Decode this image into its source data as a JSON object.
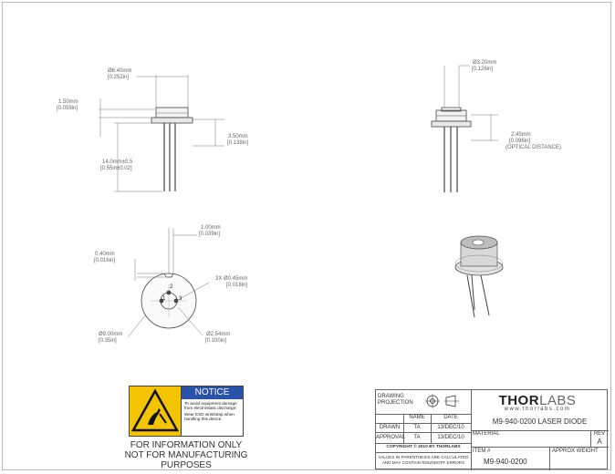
{
  "dimensions": {
    "top_diameter": "Ø6.40mm",
    "top_diameter_in": "[0.252in]",
    "cap_height": "1.50mm",
    "cap_height_in": "[0.059in]",
    "body_height": "3.50mm",
    "body_height_in": "[0.138in]",
    "lead_length": "14.0mm±0.5",
    "lead_length_in": "[0.55in±0.02]",
    "window_diameter": "Ø3.20mm",
    "window_diameter_in": "[0.126in]",
    "optical_distance": "2.45mm",
    "optical_distance_in": "[0.096in]",
    "optical_distance_label": "(OPTICAL DISTANCE)",
    "offset": "1.00mm",
    "offset_in": "[0.039in]",
    "tab": "0.40mm",
    "tab_in": "[0.016in]",
    "pin_diameter": "3X  Ø0.45mm",
    "pin_diameter_in": "[0.018in]",
    "flange_diameter": "Ø9.00mm",
    "flange_diameter_in": "[0.35in]",
    "pin_circle": "Ø2.54mm",
    "pin_circle_in": "[0.100in]",
    "pin_labels": [
      "1",
      "2",
      "3"
    ]
  },
  "notice": {
    "title": "NOTICE",
    "lines": [
      "To avoid equipment damage from electrostatic discharge:",
      "Wear ESD wriststrap when handling this device."
    ],
    "icon": "esd-warning-icon"
  },
  "info": {
    "line1": "FOR INFORMATION ONLY",
    "line2": "NOT FOR MANUFACTURING PURPOSES"
  },
  "title_block": {
    "projection_label": "DRAWING PROJECTION",
    "name_header": "NAME",
    "date_header": "DATE",
    "drawn_label": "DRAWN",
    "drawn_name": "TA",
    "drawn_date": "13/DEC/10",
    "approval_label": "APPROVAL",
    "approval_name": "TA",
    "approval_date": "13/DEC/10",
    "copyright": "COPYRIGHT © 2010 BY THORLABS",
    "disclaimer": "VALUES IN PARENTHESIS ARE CALCULATED AND MAY CONTAIN ROUNDOFF ERRORS",
    "logo_bold": "THOR",
    "logo_light": "LABS",
    "website": "www.thorlabs.com",
    "part_title": "M9-940-0200 LASER DIODE",
    "material_label": "MATERIAL",
    "rev_label": "REV",
    "rev_value": "A",
    "item_label": "ITEM #",
    "item_value": "M9-940-0200",
    "weight_label": "APPROX WEIGHT"
  }
}
